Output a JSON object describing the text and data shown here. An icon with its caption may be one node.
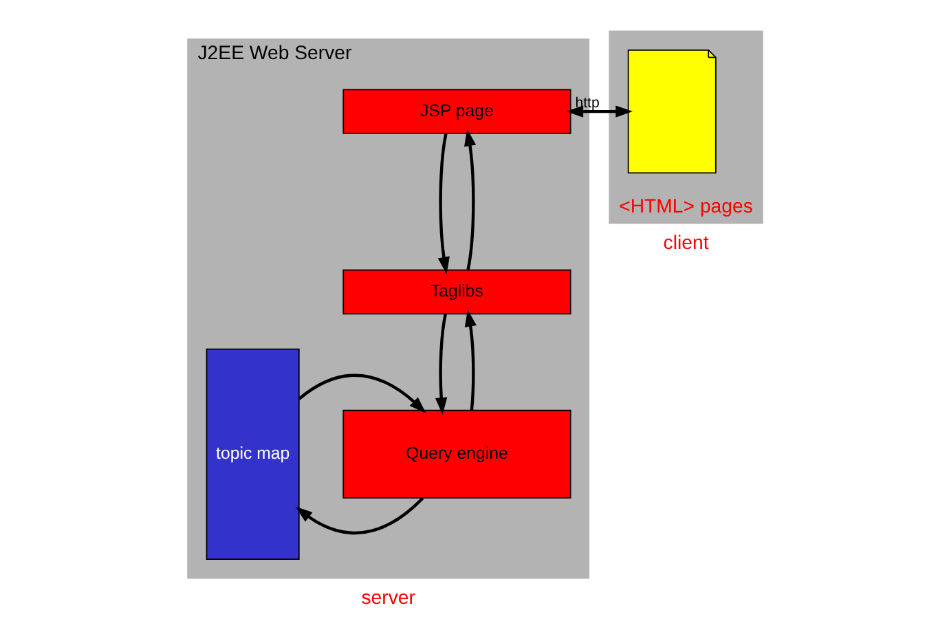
{
  "diagram": {
    "nodes": [
      {
        "text": [
          "J2EE Web Server"
        ],
        "beside": [
          "server"
        ]
      },
      {
        "text": [
          "topic map"
        ],
        "in": 0
      },
      {
        "text": [
          "JSP page"
        ],
        "in": 0
      },
      {
        "text": [
          "Taglibs"
        ],
        "in": 0
      },
      {
        "text": [
          "Query engine"
        ],
        "in": 0
      },
      {
        "text": [
          "<HTML> pages"
        ],
        "beside": [
          "client"
        ]
      },
      {
        "text": [],
        "shape": "picture",
        "in": 5
      }
    ],
    "edges": [
      {
        "from": 2,
        "to": 6,
        "arrow": "both",
        "label": "http"
      },
      {
        "from": 2,
        "to": 3,
        "arrow": "to"
      },
      {
        "from": 3,
        "to": 2,
        "arrow": "to"
      },
      {
        "from": 3,
        "to": 4,
        "arrow": "to"
      },
      {
        "from": 4,
        "to": 3,
        "arrow": "to"
      },
      {
        "from": 4,
        "to": 1,
        "arrow": "to"
      },
      {
        "from": 1,
        "to": 4,
        "arrow": "to"
      }
    ]
  }
}
